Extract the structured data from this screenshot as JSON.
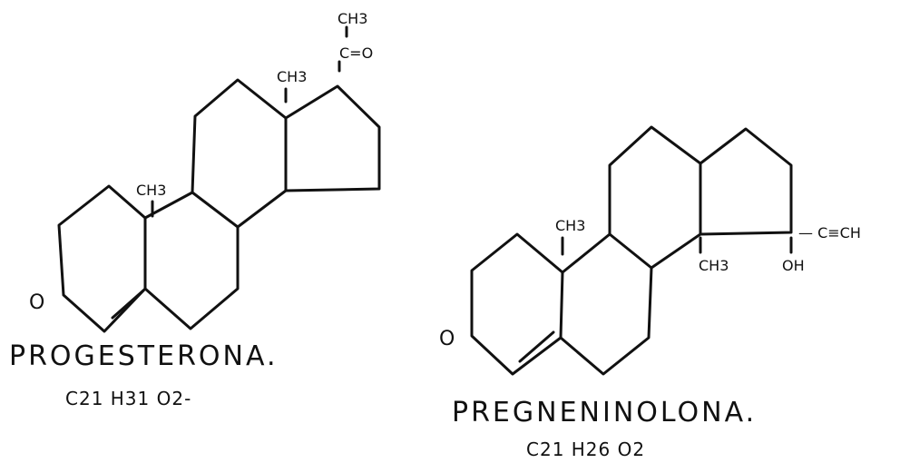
{
  "molecule_left": {
    "name": "PROGESTERONA.",
    "formula": "C21 H31 O2-",
    "oxygen": "O",
    "methyl_c10": "CH3",
    "methyl_c13": "CH3",
    "side_chain_top": "CH3",
    "side_chain_ketone": "C=O"
  },
  "molecule_right": {
    "name": "PREGNENINOLONA.",
    "formula": "C21 H26 O2",
    "oxygen": "O",
    "methyl_c10": "CH3",
    "methyl_c13": "CH3",
    "hydroxyl": "OH",
    "ethynyl": "— C≡CH"
  }
}
